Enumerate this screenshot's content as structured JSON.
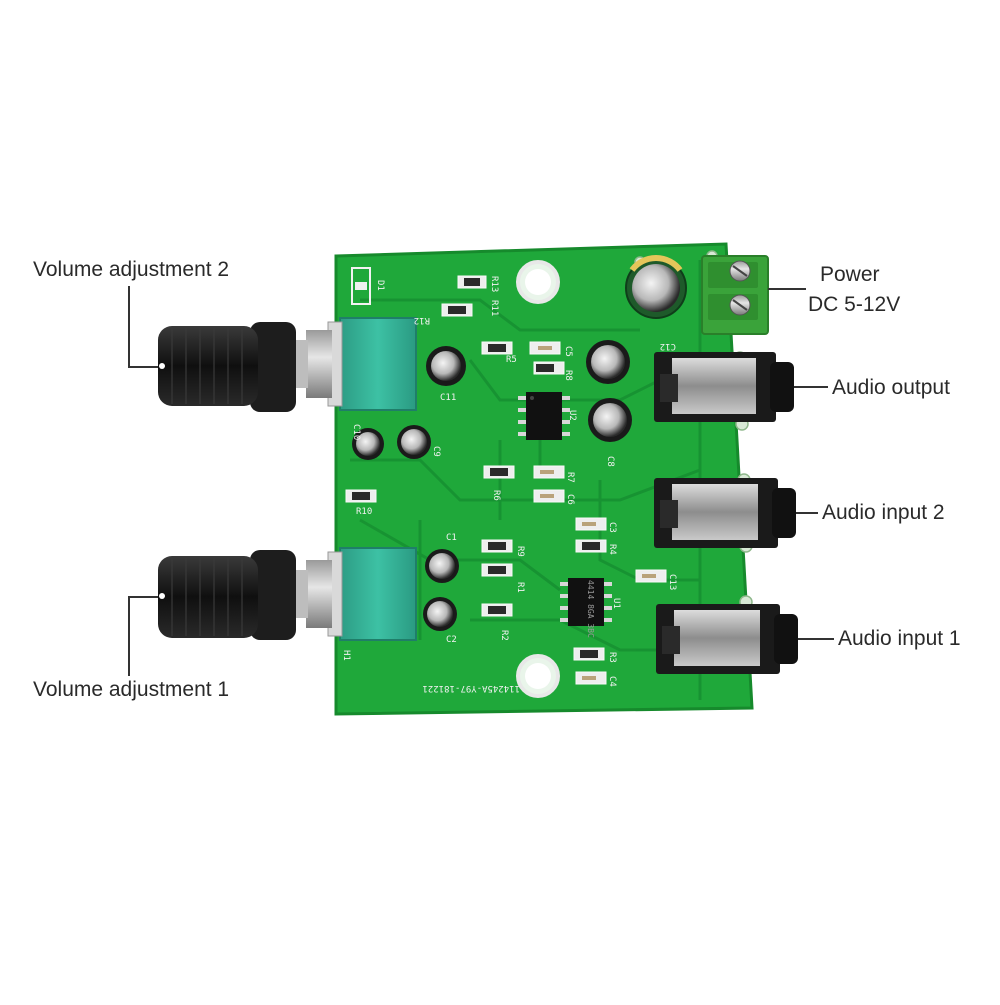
{
  "labels": {
    "volume_adjustment_2": "Volume adjustment 2",
    "volume_adjustment_1": "Volume adjustment 1",
    "power_line1": "Power",
    "power_line2": "DC  5-12V",
    "audio_output": "Audio output",
    "audio_input_2": "Audio input 2",
    "audio_input_1": "Audio input 1"
  },
  "silkscreen": {
    "board_code": "114245A-Y97-181221",
    "refs": [
      "D1",
      "R13",
      "R11",
      "R12",
      "R5",
      "R8",
      "C5",
      "C11",
      "U2",
      "C8",
      "C12",
      "C10",
      "C9",
      "R6",
      "R7",
      "C6",
      "R10",
      "C3",
      "R4",
      "R9",
      "C1",
      "R1",
      "C13",
      "U1",
      "R2",
      "C2",
      "R3",
      "C4",
      "H1"
    ],
    "chip_u2": "",
    "chip_u1": "4414 8GA 3BC"
  },
  "colors": {
    "pcb": "#1fa83a",
    "pcb_edge": "#168a2c",
    "trace": "#179132",
    "pot_housing": "#36b49a",
    "terminal": "#3aa33a",
    "knob": "#1c1c1c",
    "jack": "#1a1a1a",
    "background": "#ffffff"
  },
  "icons": {
    "knob": "rotary-knob-icon",
    "jack": "audio-jack-icon",
    "terminal": "screw-terminal-icon",
    "capacitor": "electrolytic-capacitor-icon",
    "chip": "ic-chip-icon"
  }
}
